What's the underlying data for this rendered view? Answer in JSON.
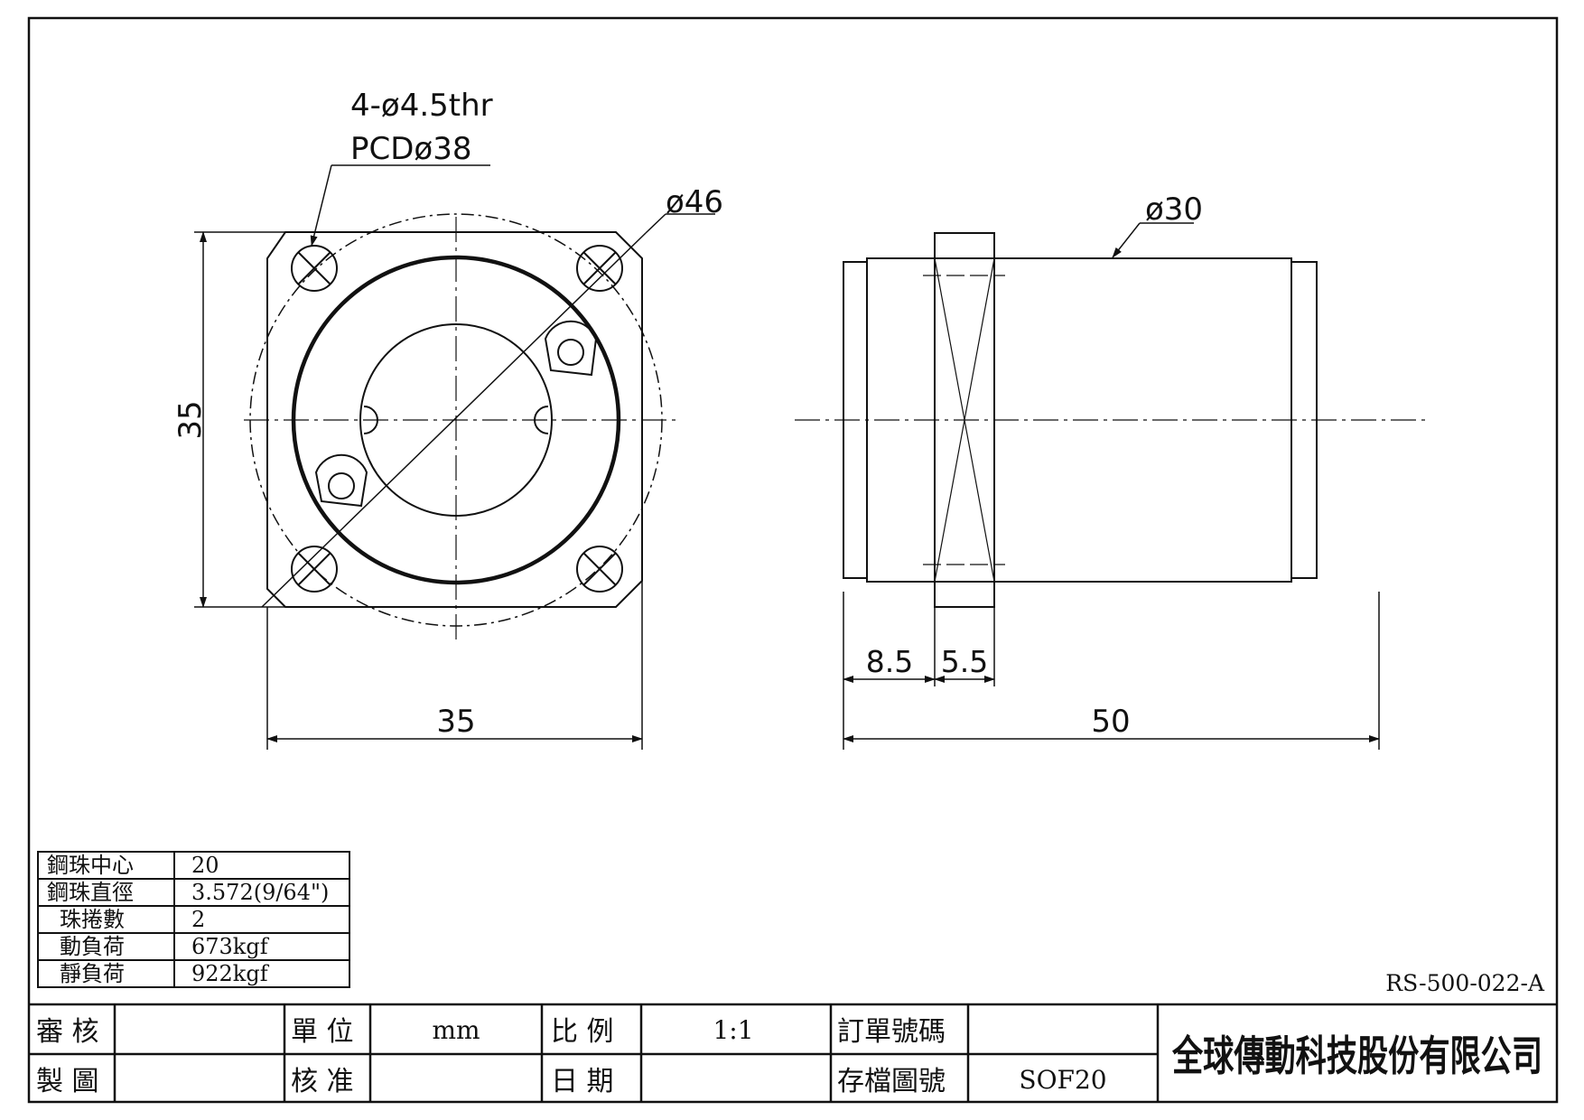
{
  "front_view": {
    "hole_callout_line1": "4-ø4.5thr",
    "hole_callout_line2": "PCDø38",
    "flange_od": "ø46",
    "height_dim": "35",
    "width_dim": "35"
  },
  "side_view": {
    "body_od": "ø30",
    "dim_a": "8.5",
    "dim_b": "5.5",
    "total_length": "50"
  },
  "spec_table": [
    {
      "label": "鋼珠中心",
      "value": "20"
    },
    {
      "label": "鋼珠直徑",
      "value": "3.572(9/64\")"
    },
    {
      "label": "珠捲數",
      "value": "2"
    },
    {
      "label": "動負荷",
      "value": "673kgf"
    },
    {
      "label": "靜負荷",
      "value": "922kgf"
    }
  ],
  "drawing_number": "RS-500-022-A",
  "title_block": {
    "review_label": "審 核",
    "drawn_label": "製 圖",
    "unit_label": "單 位",
    "unit_value": "mm",
    "approve_label": "核 准",
    "scale_label": "比 例",
    "scale_value": "1:1",
    "date_label": "日 期",
    "order_label": "訂單號碼",
    "file_label": "存檔圖號",
    "file_value": "SOF20",
    "company": "全球傳動科技股份有限公司"
  }
}
